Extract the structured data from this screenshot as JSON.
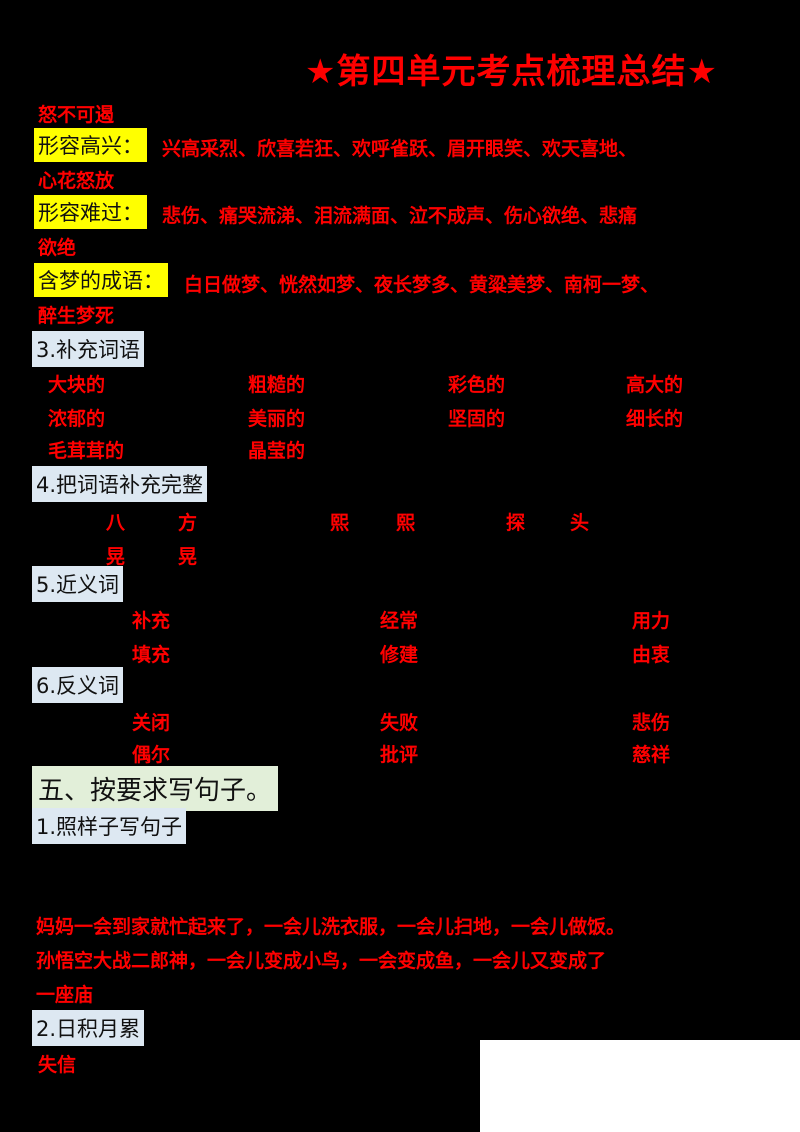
{
  "title": "★第四单元考点梳理总结★",
  "idioms": {
    "top_line": "怒不可遏",
    "happy": {
      "label": "形容高兴：",
      "text_line1": "兴高采烈、欣喜若狂、欢呼雀跃、眉开眼笑、欢天喜地、",
      "text_line2": "心花怒放"
    },
    "sad": {
      "label": "形容难过：",
      "text_line1": "悲伤、痛哭流涕、泪流满面、泣不成声、伤心欲绝、悲痛",
      "text_line2": "欲绝"
    },
    "dream": {
      "label": "含梦的成语：",
      "text_line1": "白日做梦、恍然如梦、夜长梦多、黄粱美梦、南柯一梦、",
      "text_line2": "醉生梦死"
    }
  },
  "section3": {
    "heading": "3.补充词语",
    "rows": [
      [
        "大块的",
        "粗糙的",
        "彩色的",
        "高大的"
      ],
      [
        "浓郁的",
        "美丽的",
        "坚固的",
        "细长的"
      ],
      [
        "毛茸茸的",
        "晶莹的"
      ]
    ]
  },
  "section4": {
    "heading": "4.把词语补充完整",
    "row1": [
      "八",
      "方",
      "熙",
      "熙",
      "探",
      "头"
    ],
    "row2": [
      "晃",
      "晃"
    ]
  },
  "section5": {
    "heading": "5.近义词",
    "rows": [
      [
        "补充",
        "经常",
        "用力"
      ],
      [
        "填充",
        "修建",
        "由衷"
      ]
    ]
  },
  "section6": {
    "heading": "6.反义词",
    "rows": [
      [
        "关闭",
        "失败",
        "悲伤"
      ],
      [
        "偶尔",
        "批评",
        "慈祥"
      ]
    ]
  },
  "part5": {
    "heading": "五、按要求写句子。",
    "sub1": "1.照样子写句子",
    "answer_line1": "妈妈一会到家就忙起来了，一会儿洗衣服，一会儿扫地，一会儿做饭。",
    "answer_line2": "孙悟空大战二郎神，一会儿变成小鸟，一会变成鱼，一会儿又变成了",
    "answer_line3": "一座庙",
    "sub2": "2.日积月累",
    "answer2": "失信"
  }
}
